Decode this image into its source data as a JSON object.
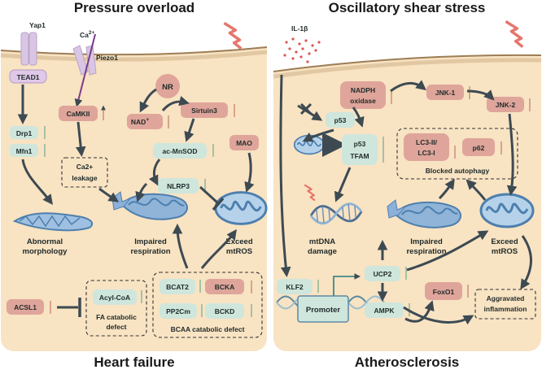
{
  "panels": {
    "left": {
      "title": "Pressure overload",
      "outcome": "Heart failure",
      "labels": {
        "yap1": "Yap1",
        "ca": "Ca",
        "ca_sup": "2+",
        "piezo1": "Piezo1",
        "tead1": "TEAD1",
        "camkii": "CaMKII",
        "nr": "NR",
        "nad": "NAD",
        "nad_sup": "+",
        "sirtuin3": "Sirtuin3",
        "drp1": "Drp1",
        "mfn1": "Mfn1",
        "ca_leak_1": "Ca2+",
        "ca_leak_2": "leakage",
        "acmnsod": "ac-MnSOD",
        "nlrp3": "NLRP3",
        "mao": "MAO",
        "abnormal_1": "Abnormal",
        "abnormal_2": "morphology",
        "impaired_1": "Impaired",
        "impaired_2": "respiration",
        "exceed_1": "Exceed",
        "exceed_2": "mtROS",
        "acsl1": "ACSL1",
        "acylcoa": "Acyl-CoA",
        "fa_1": "FA catabolic",
        "fa_2": "defect",
        "bcat2": "BCAT2",
        "bcka": "BCKA",
        "pp2cm": "PP2Cm",
        "bckd": "BCKD",
        "bcaa": "BCAA catabolic defect"
      }
    },
    "right": {
      "title": "Oscillatory shear stress",
      "outcome": "Atherosclerosis",
      "labels": {
        "il1b": "IL-1β",
        "nadph_1": "NADPH",
        "nadph_2": "oxidase",
        "jnk1": "JNK-1",
        "jnk2": "JNK-2",
        "p53": "p53",
        "p53b": "p53",
        "tfam": "TFAM",
        "lc3_1": "LC3-II/",
        "lc3_2": "LC3-I",
        "p62": "p62",
        "blocked": "Blocked autophagy",
        "mtdna_1": "mtDNA",
        "mtdna_2": "damage",
        "impaired_1": "Impaired",
        "impaired_2": "respiration",
        "exceed_1": "Exceed",
        "exceed_2": "mtROS",
        "klf2": "KLF2",
        "ucp2": "UCP2",
        "ampk": "AMPK",
        "foxo1": "FoxO1",
        "promoter": "Promoter",
        "aggr_1": "Aggravated",
        "aggr_2": "inflammation"
      }
    }
  },
  "colors": {
    "background_tan": "#f8e3c3",
    "membrane_line": "#9d7d55",
    "pink_node": "#dfa59a",
    "green_node": "#cfe6dc",
    "arrow": "#3d4a52",
    "up_arrow": "#c98a74",
    "down_arrow": "#7fb596",
    "mito_blue": "#5b8db7",
    "lightning": "#e6756b"
  },
  "icons": [
    "lightning-icon",
    "mitochondrion-icon",
    "ion-channel-icon",
    "dna-helix-icon",
    "inhibit-bar-icon",
    "up-arrow-icon",
    "down-arrow-icon"
  ]
}
